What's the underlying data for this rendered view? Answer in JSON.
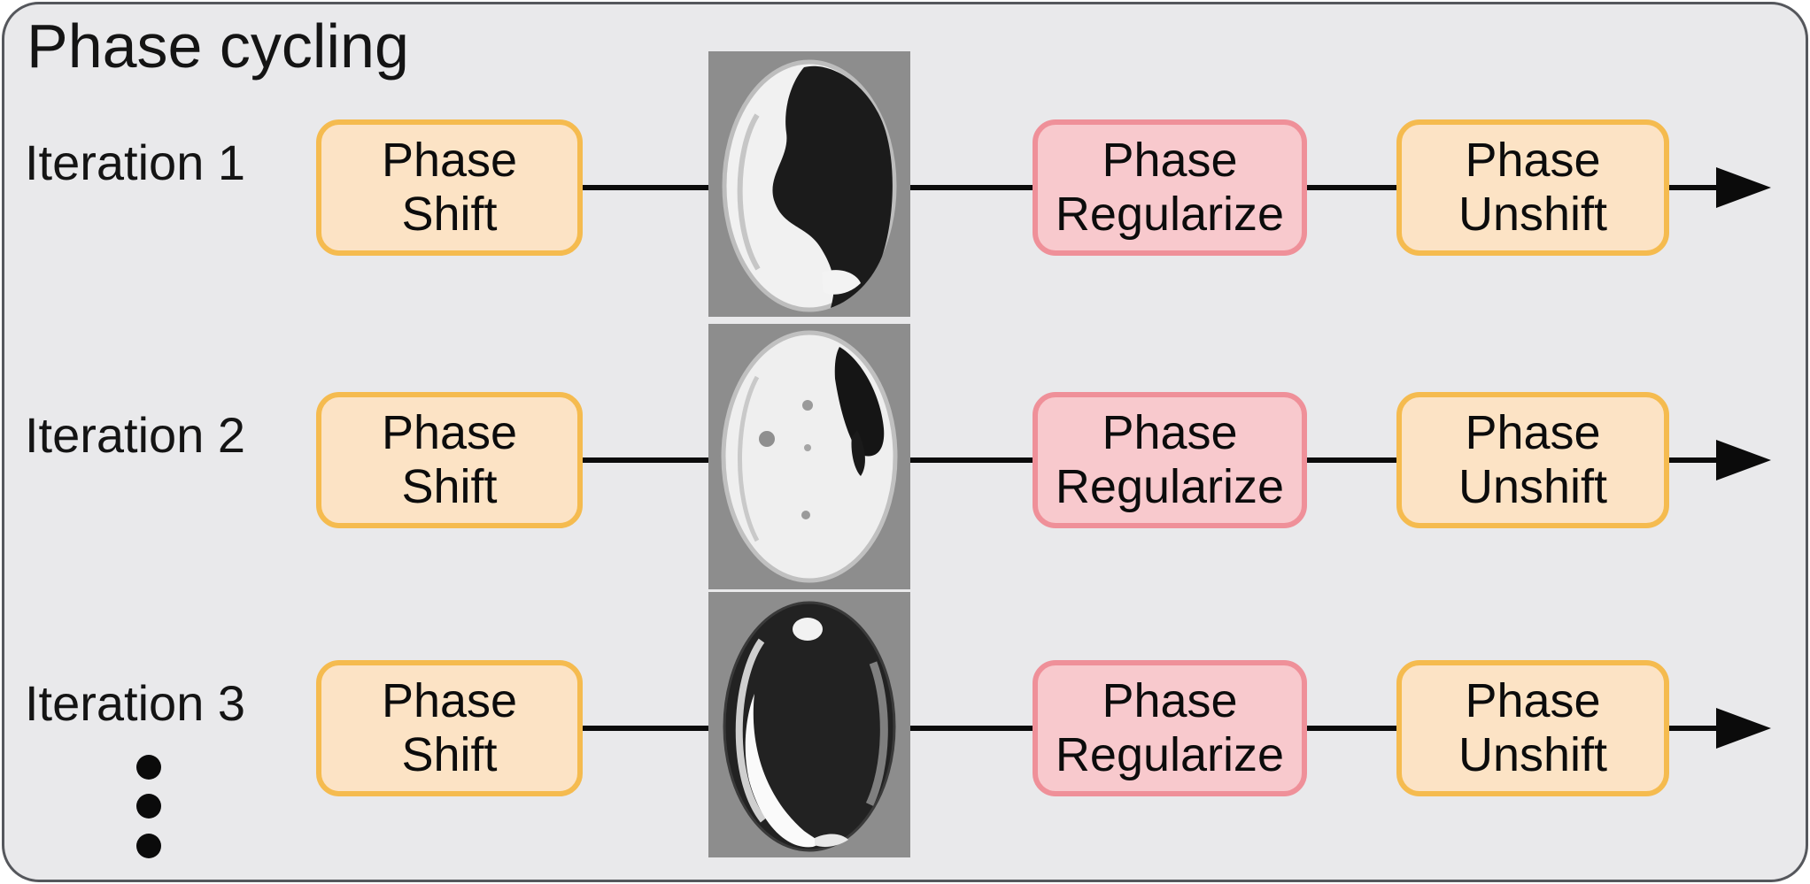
{
  "title": "Phase cycling",
  "rows": [
    {
      "label": "Iteration 1",
      "shift_line1": "Phase",
      "shift_line2": "Shift",
      "regularize_line1": "Phase",
      "regularize_line2": "Regularize",
      "unshift_line1": "Phase",
      "unshift_line2": "Unshift",
      "image": "brain-phase-map-wrapped-right-dark"
    },
    {
      "label": "Iteration 2",
      "shift_line1": "Phase",
      "shift_line2": "Shift",
      "regularize_line1": "Phase",
      "regularize_line2": "Regularize",
      "unshift_line1": "Phase",
      "unshift_line2": "Unshift",
      "image": "brain-phase-map-mostly-light"
    },
    {
      "label": "Iteration 3",
      "shift_line1": "Phase",
      "shift_line2": "Shift",
      "regularize_line1": "Phase",
      "regularize_line2": "Regularize",
      "unshift_line1": "Phase",
      "unshift_line2": "Unshift",
      "image": "brain-phase-map-mostly-dark"
    }
  ],
  "icons": {
    "arrow": "arrow-right-icon",
    "ellipsis": "vertical-ellipsis-icon"
  },
  "colors": {
    "panel_background": "#e9e9eb",
    "panel_border": "#55575c",
    "orange_fill": "#fce3c5",
    "orange_border": "#f5bb4f",
    "pink_fill": "#f8c9cd",
    "pink_border": "#ef9099",
    "flow_line": "#0b0b0b",
    "text": "#141414",
    "image_background": "#8d8d8d"
  },
  "ellipsis_dot_count": 3
}
